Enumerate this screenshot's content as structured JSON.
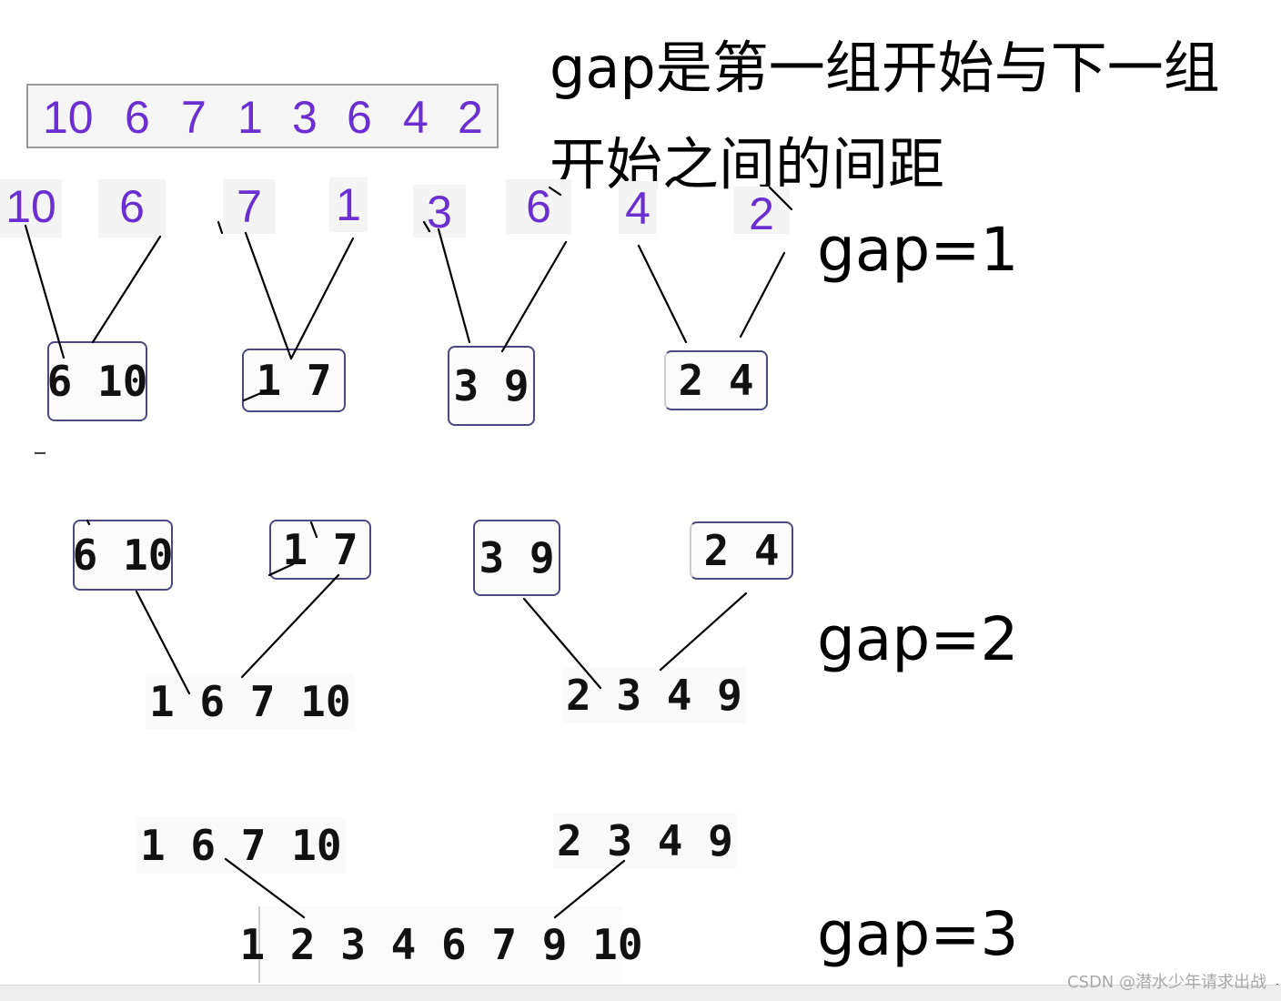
{
  "heading_line1": "gap是第一组开始与下一组",
  "heading_line2": "开始之间的间距",
  "top_array": [
    "10",
    "6",
    "7",
    "1",
    "3",
    "6",
    "4",
    "2"
  ],
  "split_numbers": [
    "10",
    "6",
    "7",
    "1",
    "3",
    "6",
    "4",
    "2"
  ],
  "gap_labels": [
    "gap=1",
    "gap=2",
    "gap=3"
  ],
  "level1_pairs": [
    "6 10",
    "1 7",
    "3 9",
    "2 4"
  ],
  "level2_pairs": [
    "6 10",
    "1 7",
    "3 9",
    "2 4"
  ],
  "level2_merged": [
    "1 6 7 10",
    "2 3 4 9"
  ],
  "level3_groups": [
    "1 6 7 10",
    "2 3 4 9"
  ],
  "final_sorted": "1 2 3 4 6 7 9 10",
  "watermark": "CSDN @潜水少年请求出战",
  "colors": {
    "number_purple": "#6a2fd0",
    "line_black": "#000000",
    "box_border": "#4a4a80"
  }
}
